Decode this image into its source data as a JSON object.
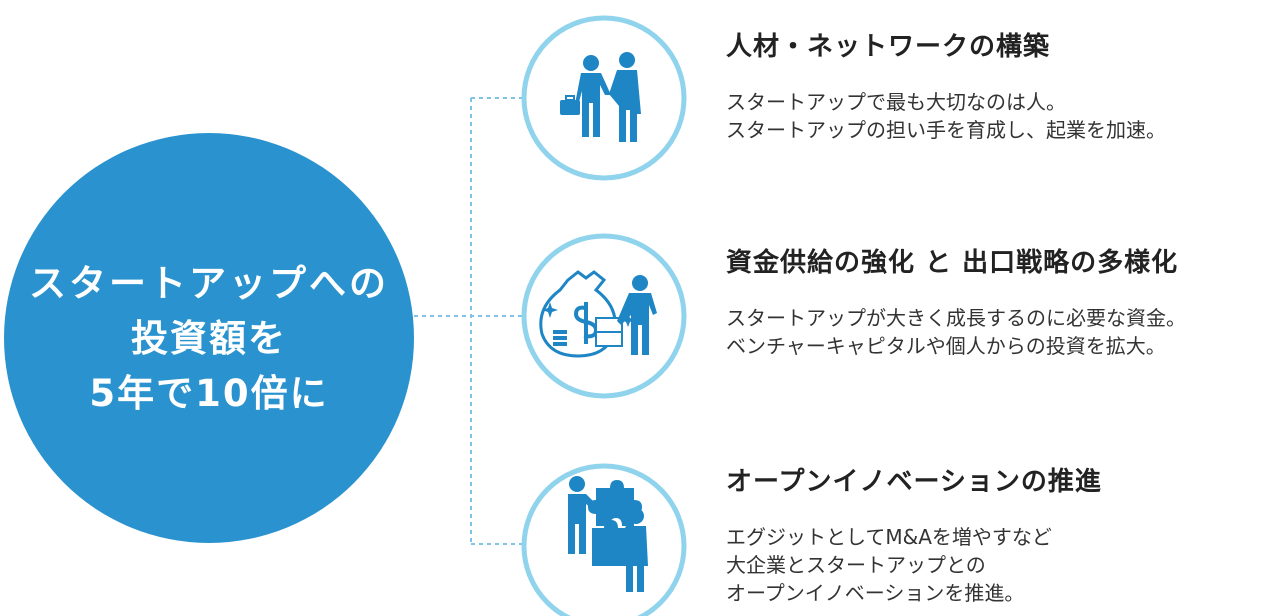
{
  "main_goal": {
    "lines": [
      "スタートアップへの",
      "投資額を",
      "5年で10倍に"
    ]
  },
  "items": [
    {
      "title": "人材・ネットワークの構築",
      "icon": "handshake-icon",
      "desc": [
        "スタートアップで最も大切なのは人。",
        "スタートアップの担い手を育成し、起業を加速。"
      ]
    },
    {
      "title": "資金供給の強化 と 出口戦略の多様化",
      "icon": "money-bag-icon",
      "desc": [
        "スタートアップが大きく成長するのに必要な資金。",
        "ベンチャーキャピタルや個人からの投資を拡大。"
      ]
    },
    {
      "title": "オープンイノベーションの推進",
      "icon": "puzzle-collaboration-icon",
      "desc": [
        "エグジットとしてM&Aを増やすなど",
        "大企業とスタートアップとの",
        "オープンイノベーションを推進。"
      ]
    }
  ],
  "colors": {
    "primary_blue": "#2a93cf",
    "ring_blue": "#8fd3ec",
    "icon_blue": "#1e86c4",
    "connector": "#7fc4e6"
  }
}
